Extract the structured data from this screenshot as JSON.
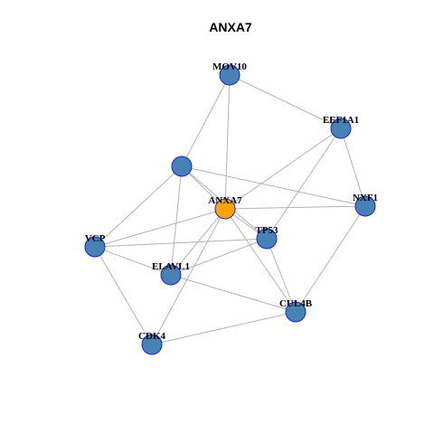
{
  "title": "ANXA7",
  "colors": {
    "node_fill": "#4682b4",
    "center_fill": "#ffa500",
    "node_border": "#1f1fd6",
    "edge": "#b3b3b3"
  },
  "nodes": [
    {
      "id": "MOV10",
      "label": "MOV10"
    },
    {
      "id": "EEF1A1",
      "label": "EEF1A1"
    },
    {
      "id": "UNLABELED",
      "label": ""
    },
    {
      "id": "ANXA7",
      "label": "ANXA7",
      "center": true
    },
    {
      "id": "NXF1",
      "label": "NXF1"
    },
    {
      "id": "TP53",
      "label": "TP53"
    },
    {
      "id": "VCP",
      "label": "VCP"
    },
    {
      "id": "ELAVL1",
      "label": "ELAVL1"
    },
    {
      "id": "CUL4B",
      "label": "CUL4B"
    },
    {
      "id": "CDK4",
      "label": "CDK4"
    }
  ],
  "edges": [
    [
      "MOV10",
      "EEF1A1"
    ],
    [
      "MOV10",
      "UNLABELED"
    ],
    [
      "MOV10",
      "ANXA7"
    ],
    [
      "EEF1A1",
      "ANXA7"
    ],
    [
      "EEF1A1",
      "NXF1"
    ],
    [
      "EEF1A1",
      "TP53"
    ],
    [
      "UNLABELED",
      "ANXA7"
    ],
    [
      "UNLABELED",
      "NXF1"
    ],
    [
      "UNLABELED",
      "TP53"
    ],
    [
      "UNLABELED",
      "VCP"
    ],
    [
      "UNLABELED",
      "ELAVL1"
    ],
    [
      "ANXA7",
      "NXF1"
    ],
    [
      "ANXA7",
      "TP53"
    ],
    [
      "ANXA7",
      "VCP"
    ],
    [
      "ANXA7",
      "ELAVL1"
    ],
    [
      "ANXA7",
      "CUL4B"
    ],
    [
      "ANXA7",
      "CDK4"
    ],
    [
      "NXF1",
      "CUL4B"
    ],
    [
      "TP53",
      "VCP"
    ],
    [
      "TP53",
      "ELAVL1"
    ],
    [
      "TP53",
      "CUL4B"
    ],
    [
      "VCP",
      "ELAVL1"
    ],
    [
      "VCP",
      "CDK4"
    ],
    [
      "ELAVL1",
      "CUL4B"
    ],
    [
      "CUL4B",
      "CDK4"
    ]
  ]
}
